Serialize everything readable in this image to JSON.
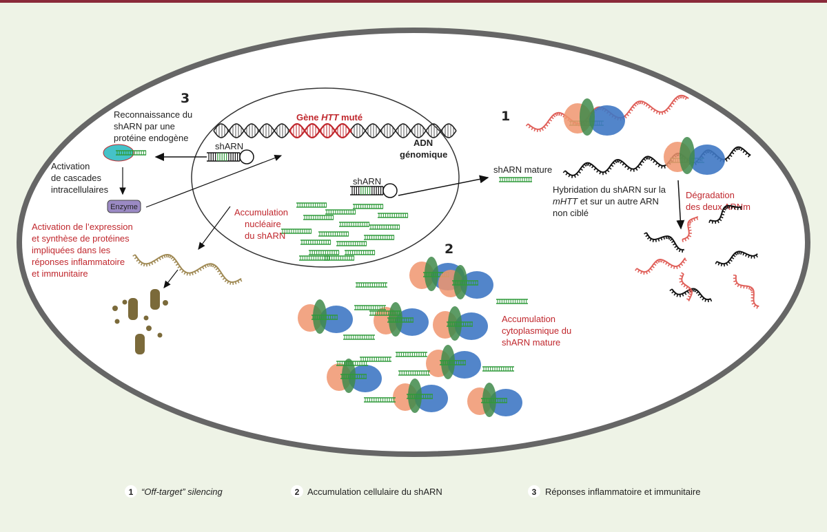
{
  "top_bar_color": "#8a2a3a",
  "nucleus": {
    "gene_label_prefix": "Gène ",
    "gene_label_italic": "HTT",
    "gene_label_suffix": " muté",
    "adn_line1": "ADN",
    "adn_line2": "génomique",
    "shrna_label_a": "shARN",
    "shrna_label_b": "shARN",
    "accum_line1": "Accumulation",
    "accum_line2": "nucléaire",
    "accum_line3": "du shARN"
  },
  "pathway1": {
    "number": "1",
    "mature_label": "shARN mature",
    "hyb_line1": "Hybridation du shARN sur la",
    "hyb_line2_italic": "mHTT",
    "hyb_line2_rest": " et sur un autre ARN",
    "hyb_line3": "non ciblé",
    "deg_line1": "Dégradation",
    "deg_line2": "des deux ARNm"
  },
  "pathway2": {
    "number": "2",
    "accum_line1": "Accumulation",
    "accum_line2": "cytoplasmique du",
    "accum_line3": "shARN mature"
  },
  "pathway3": {
    "number": "3",
    "recog_line1": "Reconnaissance du",
    "recog_line2": "shARN par une",
    "recog_line3": "protéine endogène",
    "act_line1": "Activation",
    "act_line2": "de cascades",
    "act_line3": "intracellulaires",
    "enzyme": "Enzyme",
    "expr_line1": "Activation de l’expression",
    "expr_line2": "et synthèse de protéines",
    "expr_line3": "impliquées dans les",
    "expr_line4": "réponses inflammatoire",
    "expr_line5": "et immunitaire"
  },
  "legend": [
    {
      "num": "1",
      "text": "“Off-target” silencing",
      "italic": true
    },
    {
      "num": "2",
      "text": "Accumulation cellulaire du shARN",
      "italic": false
    },
    {
      "num": "3",
      "text": "Réponses inflammatoire et immunitaire",
      "italic": false
    }
  ]
}
